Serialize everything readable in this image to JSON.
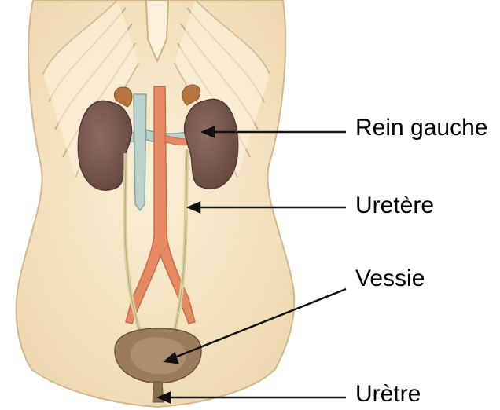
{
  "labels": {
    "kidney": "Rein gauche",
    "ureter": "Uretère",
    "bladder": "Vessie",
    "urethra": "Urètre"
  },
  "colors": {
    "skin": "#f6e6c6",
    "skin_outline": "#d3b88a",
    "rib": "#fbf1dc",
    "rib_outline": "#cbb185",
    "kidney": "#7a5a52",
    "adrenal": "#b8743e",
    "artery": "#e68a63",
    "vein": "#b9d2cc",
    "bladder": "#9a7b5e",
    "pointer": "#111111"
  }
}
